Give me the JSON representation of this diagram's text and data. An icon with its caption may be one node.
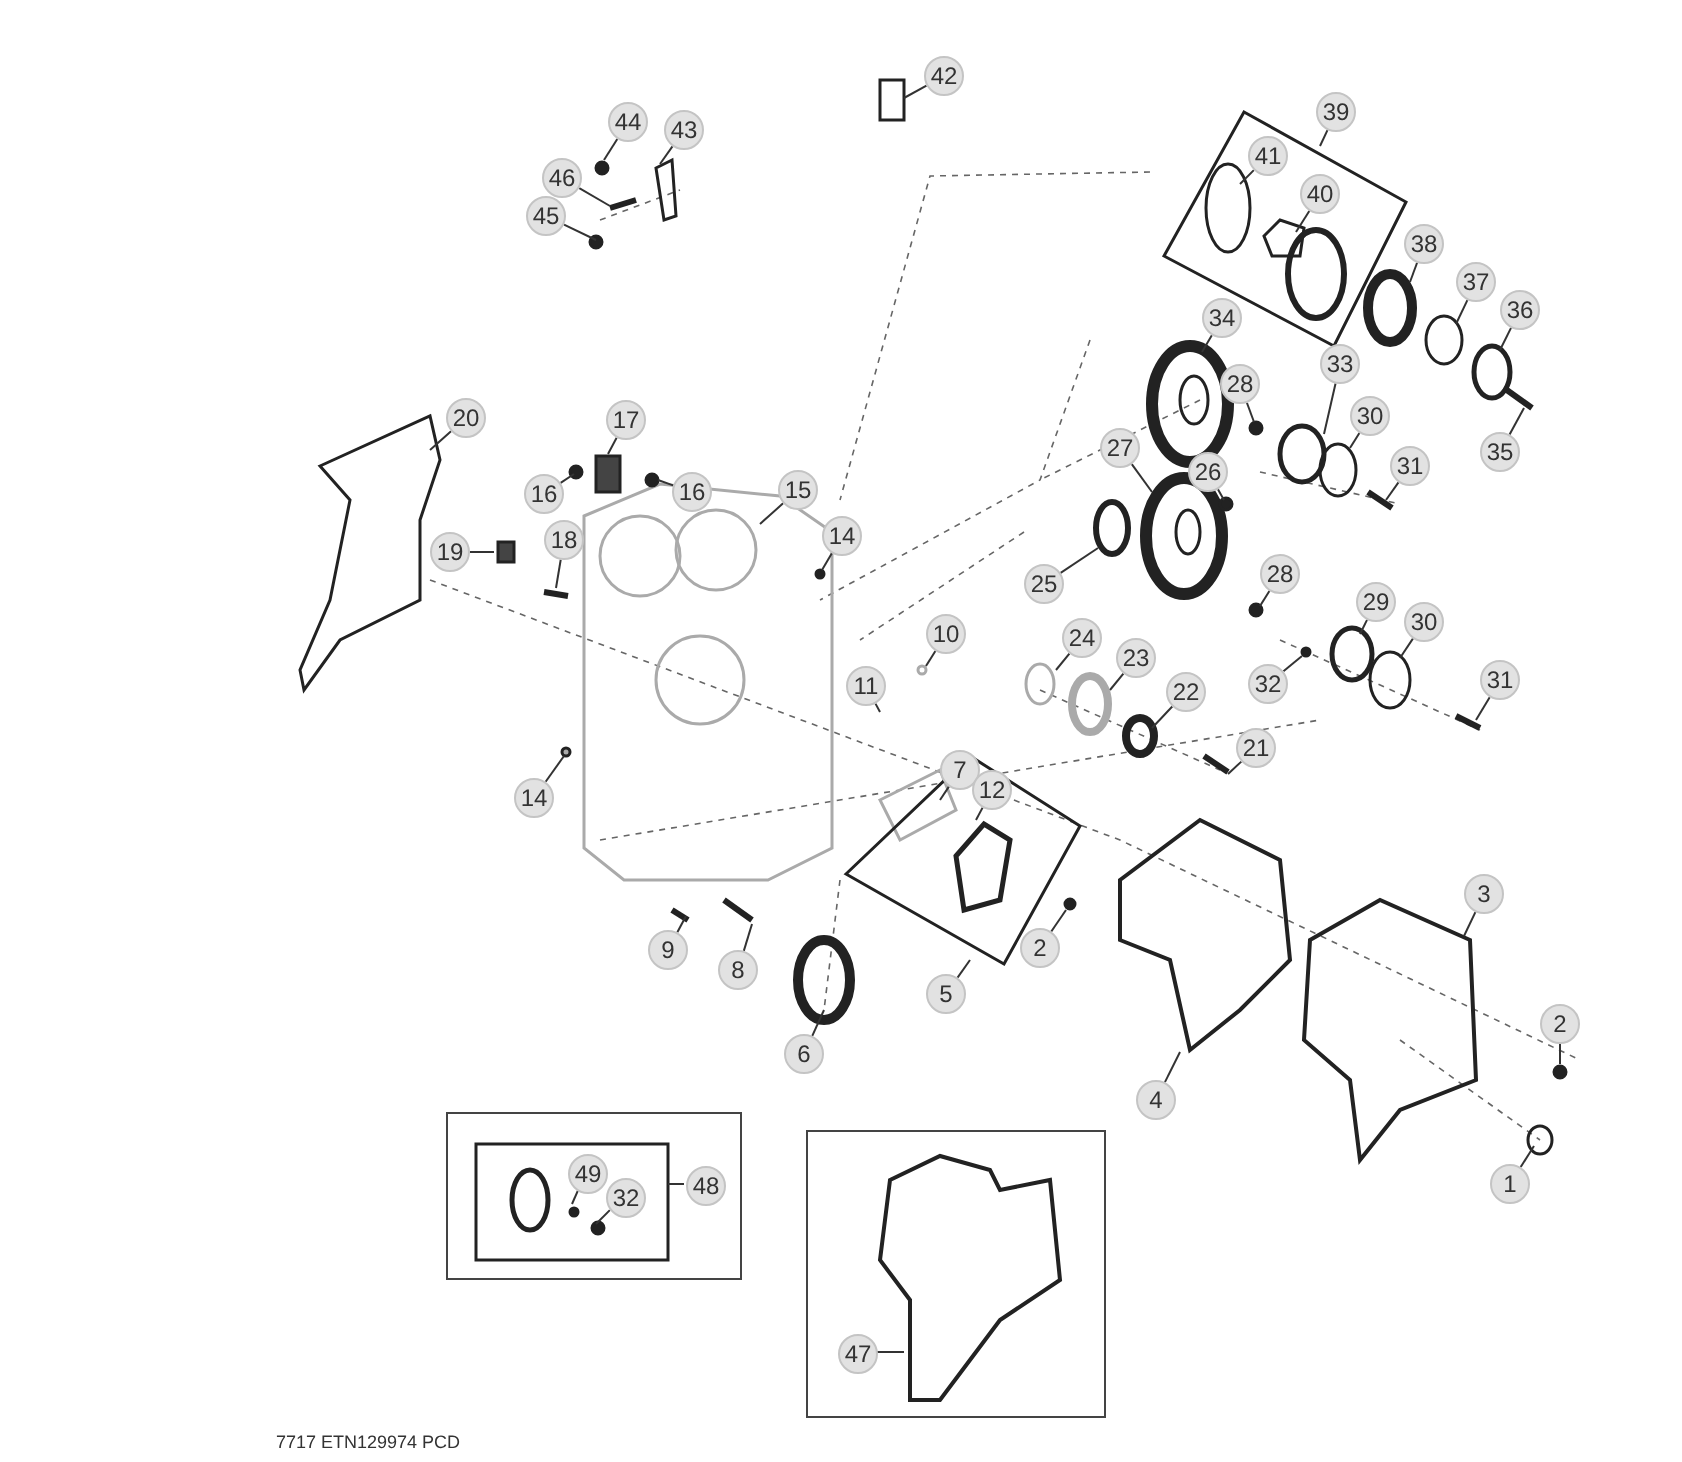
{
  "diagram": {
    "nodes": [
      {
        "text": [
          "44"
        ]
      },
      {
        "text": [
          "43"
        ]
      },
      {
        "text": [
          "42"
        ]
      },
      {
        "text": [
          "46"
        ]
      },
      {
        "text": [
          "45"
        ]
      },
      {
        "text": [
          "39"
        ]
      },
      {
        "text": [
          "41"
        ]
      },
      {
        "text": [
          "40"
        ]
      },
      {
        "text": [
          "38"
        ]
      },
      {
        "text": [
          "37"
        ]
      },
      {
        "text": [
          "36"
        ]
      },
      {
        "text": [
          "34"
        ]
      },
      {
        "text": [
          "33"
        ]
      },
      {
        "text": [
          "28"
        ]
      },
      {
        "text": [
          "30"
        ]
      },
      {
        "text": [
          "20"
        ]
      },
      {
        "text": [
          "17"
        ]
      },
      {
        "text": [
          "16"
        ]
      },
      {
        "text": [
          "16"
        ]
      },
      {
        "text": [
          "15"
        ]
      },
      {
        "text": [
          "27"
        ]
      },
      {
        "text": [
          "26"
        ]
      },
      {
        "text": [
          "31"
        ]
      },
      {
        "text": [
          "35"
        ]
      },
      {
        "text": [
          "14"
        ]
      },
      {
        "text": [
          "19"
        ]
      },
      {
        "text": [
          "18"
        ]
      },
      {
        "text": [
          "25"
        ]
      },
      {
        "text": [
          "28"
        ]
      },
      {
        "text": [
          "29"
        ]
      },
      {
        "text": [
          "30"
        ]
      },
      {
        "text": [
          "10"
        ]
      },
      {
        "text": [
          "24"
        ]
      },
      {
        "text": [
          "23"
        ]
      },
      {
        "text": [
          "31"
        ]
      },
      {
        "text": [
          "32"
        ]
      },
      {
        "text": [
          "22"
        ]
      },
      {
        "text": [
          "11"
        ]
      },
      {
        "text": [
          "7"
        ]
      },
      {
        "text": [
          "12"
        ]
      },
      {
        "text": [
          "21"
        ]
      },
      {
        "text": [
          "14"
        ]
      },
      {
        "text": [
          "3"
        ]
      },
      {
        "text": [
          "2"
        ]
      },
      {
        "text": [
          "9"
        ]
      },
      {
        "text": [
          "8"
        ]
      },
      {
        "text": [
          "5"
        ]
      },
      {
        "text": [
          "2"
        ]
      },
      {
        "text": [
          "4"
        ]
      },
      {
        "text": [
          "6"
        ]
      },
      {
        "text": [],
        "shape": "box"
      },
      {
        "text": [
          "49"
        ],
        "in": 50
      },
      {
        "text": [
          "32"
        ],
        "in": 50
      },
      {
        "text": [
          "48"
        ],
        "in": 50
      },
      {
        "text": [],
        "shape": "box"
      },
      {
        "text": [
          "47"
        ],
        "in": 54
      },
      {
        "text": [
          "1"
        ]
      }
    ],
    "edges": [
      {
        "from": 0,
        "to": null,
        "arrow": "none"
      },
      {
        "from": 1,
        "to": null,
        "arrow": "none"
      },
      {
        "from": 2,
        "to": null,
        "arrow": "none"
      },
      {
        "from": 3,
        "to": null,
        "arrow": "none"
      },
      {
        "from": 4,
        "to": null,
        "arrow": "none"
      },
      {
        "from": 5,
        "to": null,
        "arrow": "none"
      },
      {
        "from": 6,
        "to": null,
        "arrow": "none"
      },
      {
        "from": 7,
        "to": null,
        "arrow": "none"
      },
      {
        "from": 8,
        "to": null,
        "arrow": "none"
      },
      {
        "from": 9,
        "to": null,
        "arrow": "none"
      },
      {
        "from": 10,
        "to": null,
        "arrow": "none"
      },
      {
        "from": 11,
        "to": null,
        "arrow": "none"
      },
      {
        "from": 12,
        "to": null,
        "arrow": "none"
      },
      {
        "from": 13,
        "to": null,
        "arrow": "none"
      },
      {
        "from": 14,
        "to": null,
        "arrow": "none"
      },
      {
        "from": 15,
        "to": null,
        "arrow": "none"
      },
      {
        "from": 16,
        "to": null,
        "arrow": "none"
      },
      {
        "from": 17,
        "to": null,
        "arrow": "none"
      },
      {
        "from": 18,
        "to": null,
        "arrow": "none"
      },
      {
        "from": 19,
        "to": null,
        "arrow": "none"
      },
      {
        "from": 20,
        "to": null,
        "arrow": "none"
      },
      {
        "from": 21,
        "to": null,
        "arrow": "none"
      },
      {
        "from": 22,
        "to": null,
        "arrow": "none"
      },
      {
        "from": 23,
        "to": null,
        "arrow": "none"
      },
      {
        "from": 24,
        "to": null,
        "arrow": "none"
      },
      {
        "from": 25,
        "to": null,
        "arrow": "none"
      },
      {
        "from": 26,
        "to": null,
        "arrow": "none"
      },
      {
        "from": 27,
        "to": null,
        "arrow": "none"
      },
      {
        "from": 28,
        "to": null,
        "arrow": "none"
      },
      {
        "from": 29,
        "to": null,
        "arrow": "none"
      },
      {
        "from": 30,
        "to": null,
        "arrow": "none"
      },
      {
        "from": 31,
        "to": null,
        "arrow": "none"
      },
      {
        "from": 32,
        "to": null,
        "arrow": "none"
      },
      {
        "from": 33,
        "to": null,
        "arrow": "none"
      },
      {
        "from": 34,
        "to": null,
        "arrow": "none"
      },
      {
        "from": 35,
        "to": null,
        "arrow": "none"
      },
      {
        "from": 36,
        "to": null,
        "arrow": "none"
      },
      {
        "from": 37,
        "to": null,
        "arrow": "none"
      },
      {
        "from": 38,
        "to": null,
        "arrow": "none"
      },
      {
        "from": 39,
        "to": null,
        "arrow": "none"
      },
      {
        "from": 40,
        "to": null,
        "arrow": "none"
      },
      {
        "from": 41,
        "to": null,
        "arrow": "none"
      },
      {
        "from": 42,
        "to": null,
        "arrow": "none"
      },
      {
        "from": 43,
        "to": null,
        "arrow": "none"
      },
      {
        "from": 44,
        "to": null,
        "arrow": "none"
      },
      {
        "from": 45,
        "to": null,
        "arrow": "none"
      },
      {
        "from": 46,
        "to": null,
        "arrow": "none"
      },
      {
        "from": 47,
        "to": null,
        "arrow": "none"
      },
      {
        "from": 48,
        "to": null,
        "arrow": "none"
      },
      {
        "from": 49,
        "to": null,
        "arrow": "none"
      },
      {
        "from": 51,
        "to": null,
        "arrow": "none"
      },
      {
        "from": 52,
        "to": null,
        "arrow": "none"
      },
      {
        "from": 53,
        "to": null,
        "arrow": "none"
      },
      {
        "from": 55,
        "to": null,
        "arrow": "none"
      },
      {
        "from": 56,
        "to": null,
        "arrow": "none"
      }
    ],
    "labels": [
      "7717 ETN129974 PCD"
    ]
  }
}
